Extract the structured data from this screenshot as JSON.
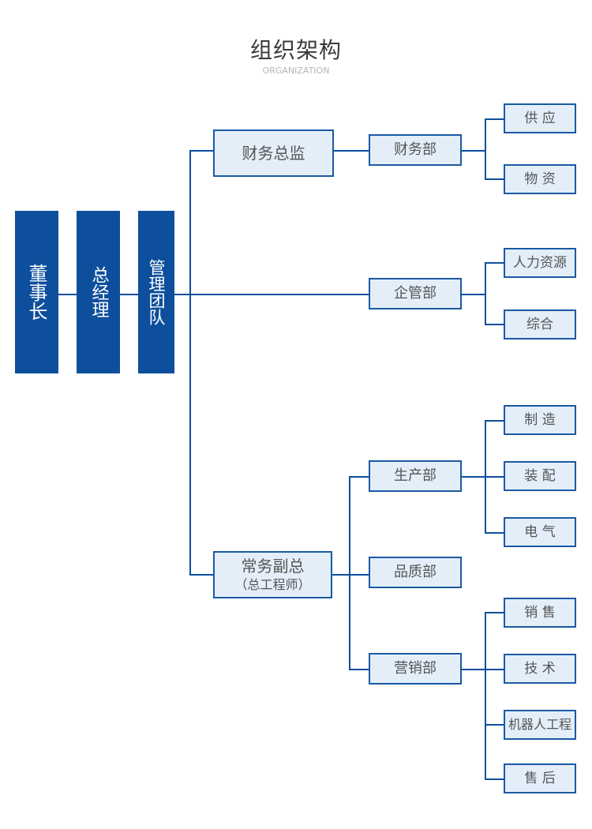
{
  "header": {
    "title": "组织架构",
    "subtitle": "ORGANIZATION"
  },
  "colors": {
    "primary": "#0d4f9c",
    "box_fill": "#e3eef9",
    "box_border": "#1a5aa3",
    "text": "#555555"
  },
  "executives": {
    "chairman": "董事长",
    "general_manager": "总经理",
    "management_team": "管理团队"
  },
  "directors": {
    "cfo": "财务总监",
    "executive_vp": "常务副总",
    "executive_vp_note": "（总工程师）"
  },
  "departments": {
    "finance": "财务部",
    "enterprise_mgmt": "企管部",
    "production": "生产部",
    "quality": "品质部",
    "marketing": "营销部"
  },
  "units": {
    "finance": [
      "供 应",
      "物 资"
    ],
    "enterprise_mgmt": [
      "人力资源",
      "综合"
    ],
    "production": [
      "制 造",
      "装 配",
      "电 气"
    ],
    "marketing": [
      "销 售",
      "技 术",
      "机器人工程",
      "售 后"
    ]
  }
}
